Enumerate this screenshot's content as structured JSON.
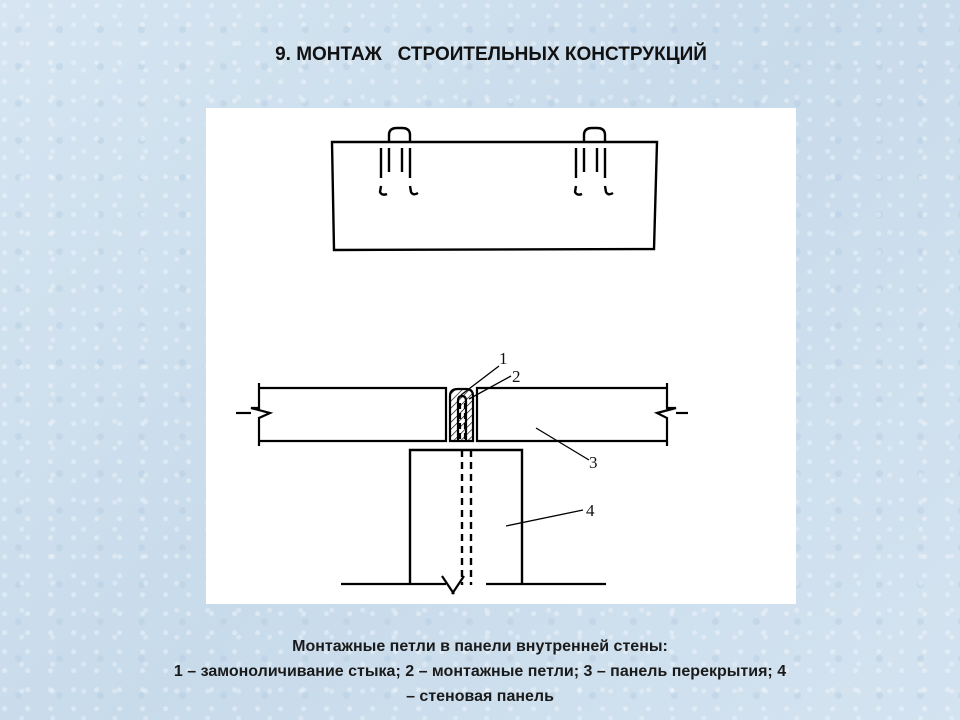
{
  "title": "9. МОНТАЖ   СТРОИТЕЛЬНЫХ КОНСТРУКЦИЙ",
  "diagram": {
    "labels": [
      "1",
      "2",
      "3",
      "4"
    ]
  },
  "caption": {
    "line1": "Монтажные петли в панели внутренней стены:",
    "line2": "1 – замоноличивание стыка; 2 – монтажные петли; 3 – панель перекрытия; 4",
    "line3": "– стеновая панель"
  },
  "colors": {
    "background": "#cfe0ee",
    "drawing_bg": "#ffffff",
    "ink": "#000000"
  }
}
